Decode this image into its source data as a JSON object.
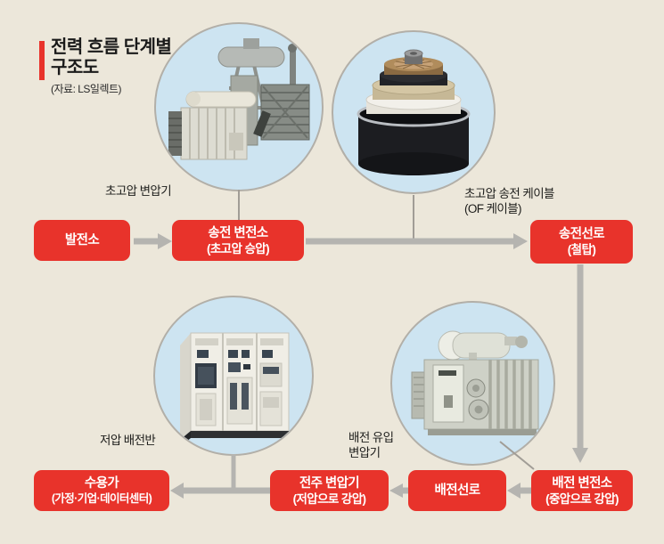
{
  "title": {
    "line1": "전력 흐름 단계별",
    "line2": "구조도",
    "source": "(자료: LS일렉트)"
  },
  "photos": {
    "uhv_transformer": {
      "icon": "uhv-transformer-photo",
      "label": "초고압 변압기"
    },
    "of_cable": {
      "icon": "of-cable-photo",
      "label_line1": "초고압 송전 케이블",
      "label_line2": "(OF 케이블)"
    },
    "lv_switchboard": {
      "icon": "lv-switchboard-photo",
      "label": "저압 배전반"
    },
    "dist_transformer": {
      "icon": "distribution-transformer-photo",
      "label_line1": "배전 유입",
      "label_line2": "변압기"
    }
  },
  "flow": {
    "power_plant": {
      "line1": "발전소"
    },
    "tx_substation": {
      "line1": "송전 변전소",
      "line2": "(초고압 승압)"
    },
    "tx_line": {
      "line1": "송전선로",
      "line2": "(철탑)"
    },
    "dist_substation": {
      "line1": "배전 변전소",
      "line2": "(중압으로 강압)"
    },
    "dist_line": {
      "line1": "배전선로"
    },
    "pole_transformer": {
      "line1": "전주 변압기",
      "line2": "(저압으로 강압)"
    },
    "consumer": {
      "line1": "수용가",
      "line2": "(가정·기업·데이터센터)"
    }
  },
  "colors": {
    "background": "#ece7da",
    "node_red": "#e8332b",
    "node_text": "#ffffff",
    "arrow_gray": "#b5b4b0",
    "thin_line_gray": "#a19d96",
    "circle_fill": "#cde4f1",
    "circle_border": "#b2afa8"
  }
}
